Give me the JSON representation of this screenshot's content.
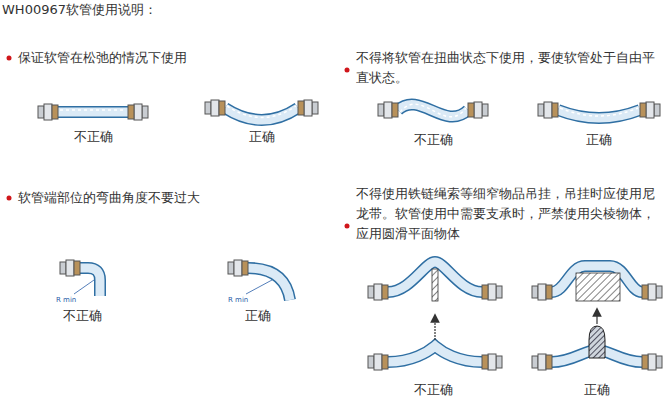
{
  "diagram": {
    "title": "WH00967软管使用说明：",
    "labels": [
      "保证软管在松弛的情况下使用",
      "不正确",
      "正确",
      "不得将软管在扭曲状态下使用，要使软管处于自由平直状态。",
      "不正确",
      "正确",
      "软管端部位的弯曲角度不要过大",
      "R min",
      "R min",
      "不正确",
      "正确",
      "不得使用铁链绳索等细窄物品吊挂，吊挂时应使用尼龙带。软管使用中需要支承时，严禁使用尖棱物体，应用圆滑平面物体",
      "不正确",
      "正确"
    ]
  }
}
